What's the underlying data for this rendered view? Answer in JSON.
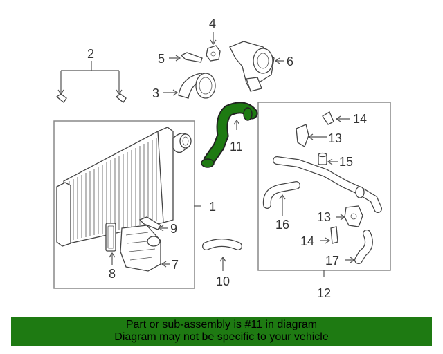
{
  "callouts": {
    "c1": "1",
    "c2": "2",
    "c3": "3",
    "c4": "4",
    "c5": "5",
    "c6": "6",
    "c7": "7",
    "c8": "8",
    "c9": "9",
    "c10": "10",
    "c11": "11",
    "c12": "12",
    "c13a": "13",
    "c13b": "13",
    "c14a": "14",
    "c14b": "14",
    "c15": "15",
    "c16": "16",
    "c17": "17"
  },
  "highlight_color": "#1e7a12",
  "banner": {
    "background": "#1e7a12",
    "line1": "Part or sub-assembly is #11 in diagram",
    "line2": "Diagram may not be specific to your vehicle"
  }
}
